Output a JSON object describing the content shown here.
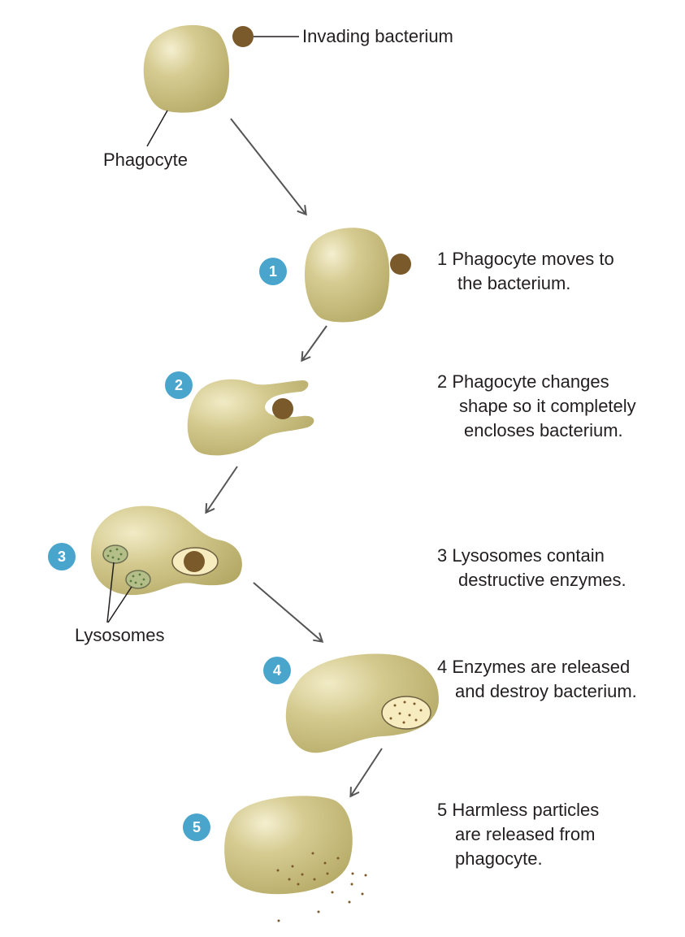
{
  "labels": {
    "invading_bacterium": "Invading bacterium",
    "phagocyte": "Phagocyte",
    "lysosomes": "Lysosomes"
  },
  "steps": [
    {
      "number": "1",
      "lines": [
        "1 Phagocyte moves to",
        "the bacterium."
      ]
    },
    {
      "number": "2",
      "lines": [
        "2 Phagocyte changes",
        "shape so it completely",
        "encloses bacterium."
      ]
    },
    {
      "number": "3",
      "lines": [
        "3 Lysosomes contain",
        "destructive enzymes."
      ]
    },
    {
      "number": "4",
      "lines": [
        "4 Enzymes are released",
        "and destroy bacterium."
      ]
    },
    {
      "number": "5",
      "lines": [
        "5 Harmless particles",
        "are released from",
        "phagocyte."
      ]
    }
  ],
  "colors": {
    "cell_fill": "#cfc488",
    "cell_highlight": "#f2eccc",
    "cell_shadow": "#a99e58",
    "bacterium": "#7a5a2a",
    "badge": "#4aa5cd",
    "arrow": "#555555",
    "vacuole": "#f6ecc0",
    "lysosome_fill": "#b4be88",
    "lysosome_dot": "#5b7b3e"
  }
}
